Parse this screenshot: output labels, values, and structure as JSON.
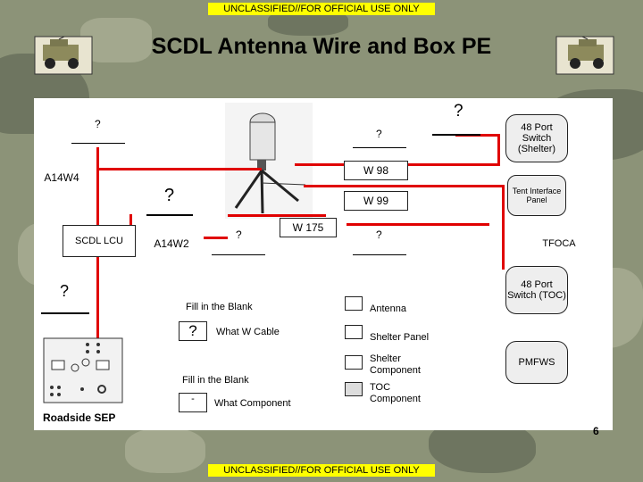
{
  "banner_top": "UNCLASSIFIED//FOR OFFICIAL USE ONLY",
  "banner_bottom": "UNCLASSIFIED//FOR OFFICIAL USE ONLY",
  "title": "SCDL Antenna Wire and Box PE",
  "page_number": "6",
  "labels": {
    "q_top_left": "?",
    "q_top_center": "?",
    "q_top_right": "?",
    "q_mid": "?",
    "q_lcu_left": "?",
    "q_a14w2_right": "?",
    "q_w175_right": "?",
    "a14w4": "A14W4",
    "w98": "W 98",
    "w99": "W 99",
    "w175": "W 175",
    "scdl_lcu": "SCDL LCU",
    "a14w2": "A14W2",
    "tfoca": "TFOCA",
    "roadside_sep": "Roadside SEP",
    "switch_shelter": "48 Port Switch (Shelter)",
    "tent_panel": "Tent Interface Panel",
    "switch_toc": "48 Port Switch (TOC)",
    "pmfws": "PMFWS"
  },
  "legend": {
    "cable_title": "Fill in the Blank",
    "cable_symbol": "?",
    "cable_text": "What W Cable",
    "comp_title": "Fill in the Blank",
    "comp_symbol": "-",
    "comp_text": "What Component",
    "antenna": "Antenna",
    "shelter_panel": "Shelter Panel",
    "shelter_component": "Shelter Component",
    "toc_component": "TOC Component"
  },
  "colors": {
    "wire": "#e00000",
    "banner": "#ffff00",
    "camo": "#8c9378"
  }
}
